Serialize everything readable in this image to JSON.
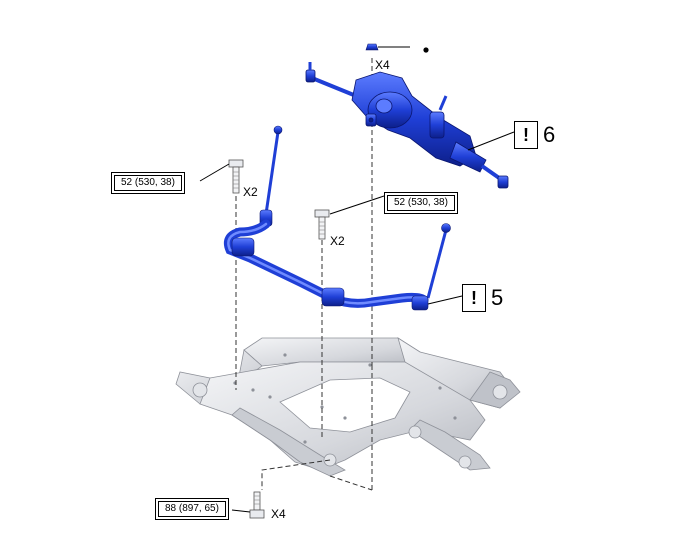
{
  "torque_specs": {
    "bolt_left": "52 (530, 38)",
    "bolt_center": "52 (530, 38)",
    "bolt_bottom": "88 (897, 65)"
  },
  "quantities": {
    "top_nut": "X4",
    "left_bolt": "X2",
    "center_bolt": "X2",
    "bottom_bolt": "X4"
  },
  "callouts": {
    "steering_gear": "6",
    "stabilizer_bar": "5"
  },
  "colors": {
    "part_blue": "#1f3fd6",
    "part_blue_dark": "#0d1f8a",
    "frame_gray": "#d9dbe0"
  },
  "icons": {
    "caution": "caution-icon",
    "one_time_use": "filled-dot-icon"
  }
}
